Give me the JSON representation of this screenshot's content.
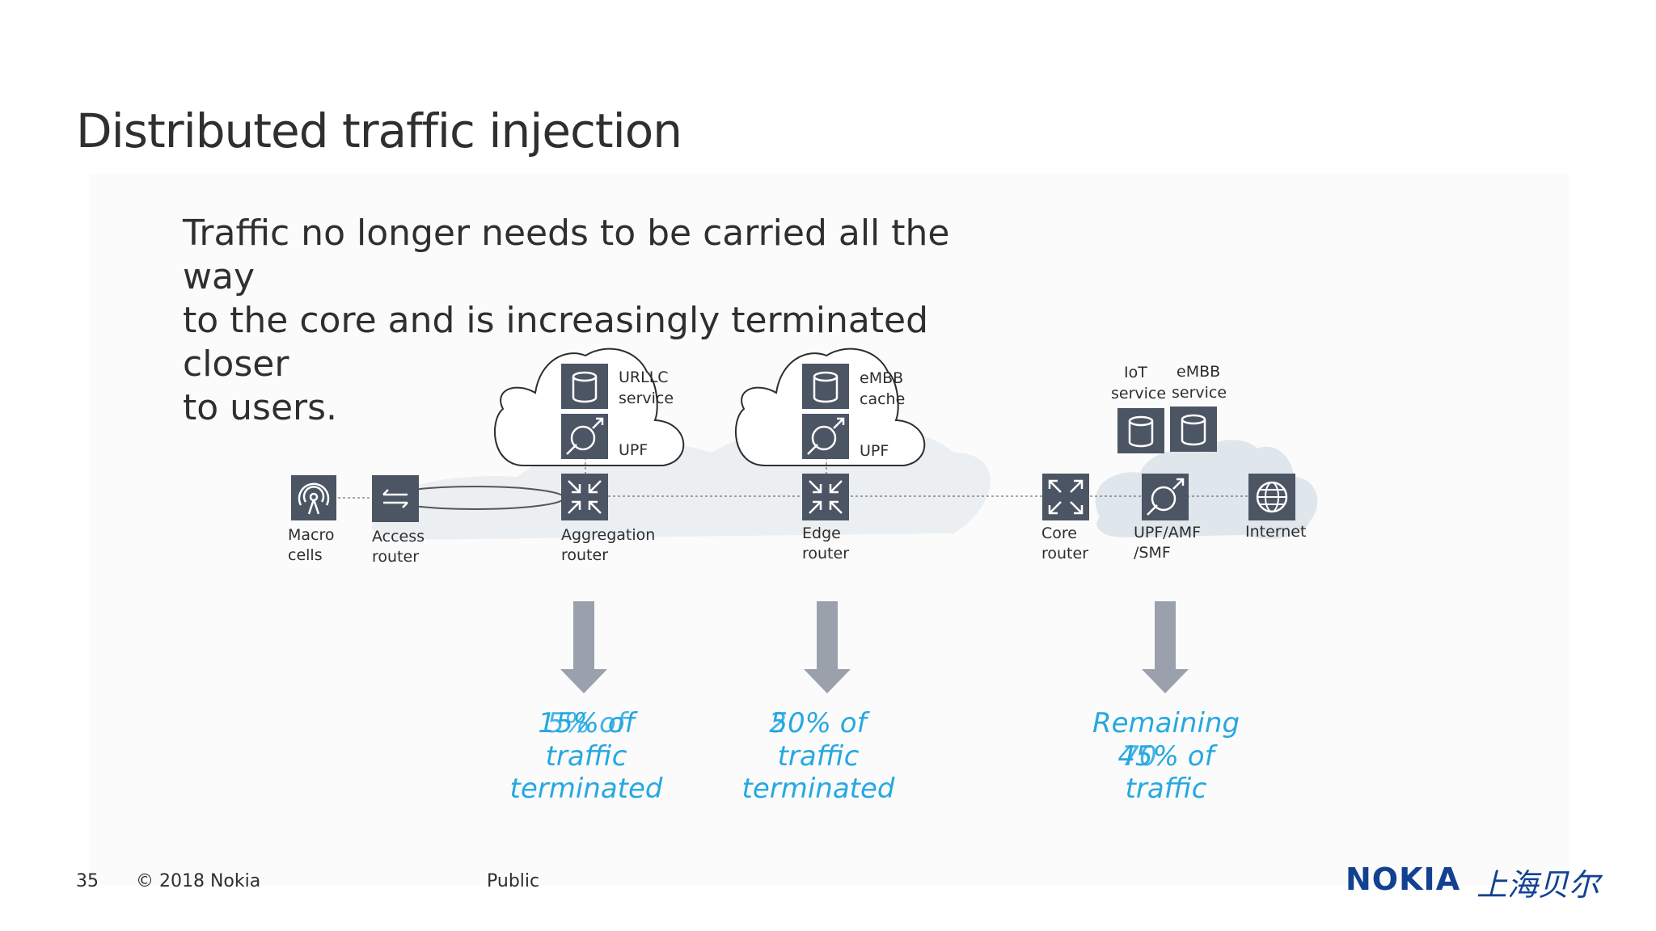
{
  "slide": {
    "title": "Distributed traffic injection",
    "subtitle_lines": [
      "Traffic no longer needs to be carried all the way",
      "to the core and is increasingly terminated closer",
      "to users."
    ]
  },
  "nodes": {
    "macro": [
      "Macro",
      "cells"
    ],
    "access": [
      "Access",
      "router"
    ],
    "aggregation": [
      "Aggregation",
      "router"
    ],
    "edge": [
      "Edge",
      "router"
    ],
    "core": [
      "Core",
      "router"
    ],
    "upf_amf": [
      "UPF/AMF",
      "/SMF"
    ],
    "internet": [
      "Internet"
    ]
  },
  "services": {
    "urllc": [
      "URLLC",
      "service"
    ],
    "upf1": "UPF",
    "embb_cache": [
      "eMBB",
      "cache"
    ],
    "upf2": "UPF",
    "iot": [
      "IoT",
      "service"
    ],
    "embb_service": [
      "eMBB",
      "service"
    ]
  },
  "terminations": {
    "aggregation": [
      "15% of",
      "traffic",
      "terminated"
    ],
    "aggregation_overlap": "5% of",
    "edge": [
      "50% of",
      "traffic",
      "terminated"
    ],
    "edge_overlap": "2",
    "core": [
      "Remaining",
      "45% of",
      "traffic"
    ],
    "core_overlap": "70"
  },
  "colors": {
    "icon_bg": "#4c5563",
    "icon_stroke": "#ffffff",
    "arrow": "#9aa1ad",
    "percent_text": "#26a8e0",
    "nokia_blue": "#124191",
    "cloud_fill": "#e4eaef"
  },
  "footer": {
    "page_number": "35",
    "copyright": "© 2018 Nokia",
    "classification": "Public",
    "logo": "NOKIA",
    "logo_cn": "上海贝尔"
  }
}
